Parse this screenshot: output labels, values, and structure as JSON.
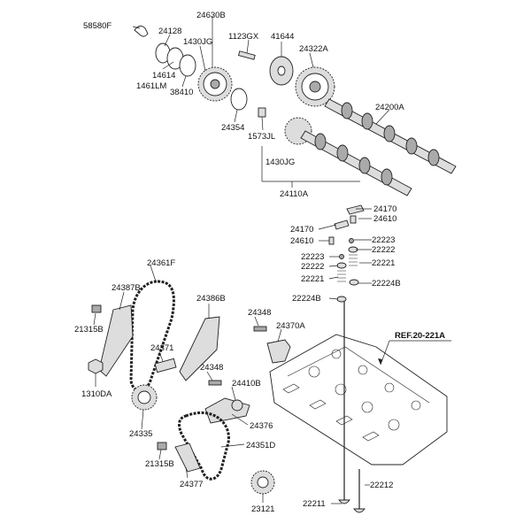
{
  "parts": {
    "p58580F": "58580F",
    "p24630B": "24630B",
    "p24128": "24128",
    "p1430JG_a": "1430JG",
    "p1123GX": "1123GX",
    "p41644": "41644",
    "p24322A": "24322A",
    "p14614": "14614",
    "p1461LM": "1461LM",
    "p38410": "38410",
    "p24354": "24354",
    "p1573JL": "1573JL",
    "p24200A": "24200A",
    "p1430JG_b": "1430JG",
    "p24110A": "24110A",
    "p24170_a": "24170",
    "p24610_a": "24610",
    "p24170_b": "24170",
    "p24610_b": "24610",
    "p22223_a": "22223",
    "p22222_a": "22222",
    "p22223_b": "22223",
    "p22222_b": "22222",
    "p22221_a": "22221",
    "p22221_b": "22221",
    "p22224B_a": "22224B",
    "p22224B_b": "22224B",
    "p24361F": "24361F",
    "p24387B": "24387B",
    "p24386B": "24386B",
    "p21315B_a": "21315B",
    "p24348_a": "24348",
    "p24370A": "24370A",
    "p24371": "24371",
    "p24348_b": "24348",
    "p1310DA": "1310DA",
    "p24410B": "24410B",
    "p24376": "24376",
    "p24335": "24335",
    "p24351D": "24351D",
    "p21315B_b": "21315B",
    "p24377": "24377",
    "p23121": "23121",
    "p22212": "22212",
    "p22211": "22211"
  },
  "reference": "REF.20-221A"
}
